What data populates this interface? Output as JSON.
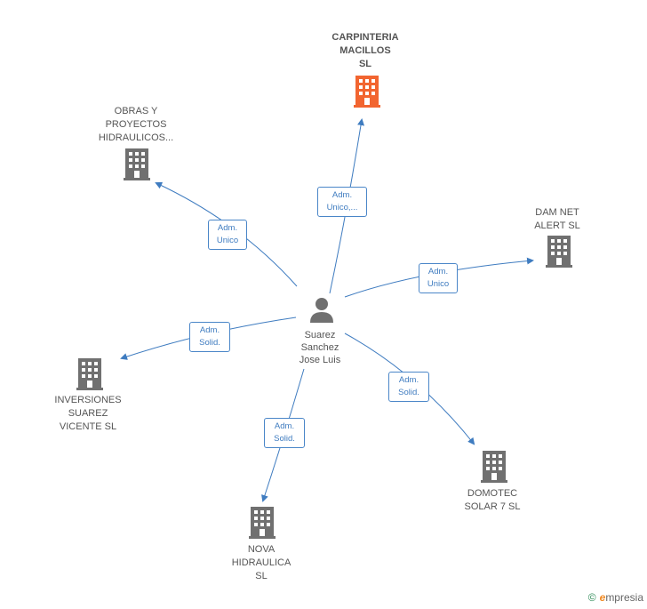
{
  "center": {
    "name": "Suarez\nSanchez\nJose Luis",
    "icon": "person-icon"
  },
  "companies": [
    {
      "id": "carpinteria",
      "label": "CARPINTERIA\nMACILLOS\nSL",
      "icon": "building-icon",
      "color": "#f26530",
      "highlight": true
    },
    {
      "id": "obras",
      "label": "OBRAS Y\nPROYECTOS\nHIDRAULICOS...",
      "icon": "building-icon",
      "color": "#707070"
    },
    {
      "id": "damnet",
      "label": "DAM NET\nALERT  SL",
      "icon": "building-icon",
      "color": "#707070"
    },
    {
      "id": "inversiones",
      "label": "INVERSIONES\nSUAREZ\nVICENTE  SL",
      "icon": "building-icon",
      "color": "#707070"
    },
    {
      "id": "domotec",
      "label": "DOMOTEC\nSOLAR 7 SL",
      "icon": "building-icon",
      "color": "#707070"
    },
    {
      "id": "nova",
      "label": "NOVA\nHIDRAULICA\nSL",
      "icon": "building-icon",
      "color": "#707070"
    }
  ],
  "roles": [
    {
      "to": "carpinteria",
      "label": "Adm.\nUnico,..."
    },
    {
      "to": "obras",
      "label": "Adm.\nUnico"
    },
    {
      "to": "damnet",
      "label": "Adm.\nUnico"
    },
    {
      "to": "inversiones",
      "label": "Adm.\nSolid."
    },
    {
      "to": "domotec",
      "label": "Adm.\nSolid."
    },
    {
      "to": "nova",
      "label": "Adm.\nSolid."
    }
  ],
  "colors": {
    "edge": "#3f7cc0",
    "role_border": "#4a86c8",
    "highlight": "#f26530",
    "default_node": "#707070"
  },
  "footer": {
    "copyright": "©",
    "brand_initial": "e",
    "brand_rest": "mpresia"
  }
}
